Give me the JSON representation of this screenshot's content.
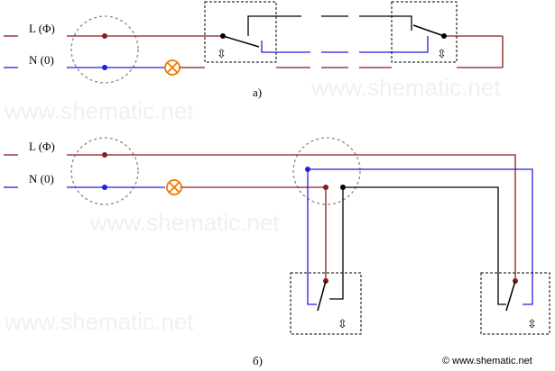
{
  "labels": {
    "line_L": "L (Φ)",
    "line_N": "N (0)",
    "caption_a": "а)",
    "caption_b": "б)"
  },
  "watermark": "www.shematic.net",
  "copyright": "© www.shematic.net",
  "switch_symbol": "⇳",
  "colors": {
    "phase": "#8b1a1a",
    "neutral": "#1f1fe0",
    "return": "#000000",
    "lamp": "#f07800",
    "junction_outline": "#888888"
  }
}
